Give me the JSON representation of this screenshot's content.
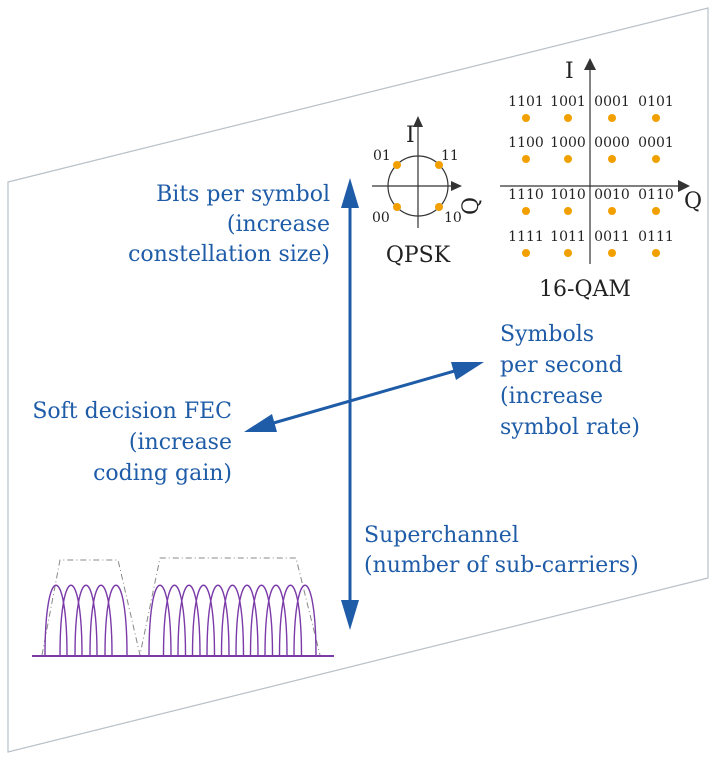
{
  "colors": {
    "accent": "#1f5ca8",
    "dot": "#f2a000",
    "spectrum": "#7a3aa8",
    "plane": "#b8c0c8"
  },
  "labels": {
    "bits_per_symbol": [
      "Bits per symbol",
      "(increase",
      "constellation size)"
    ],
    "symbols_per_second": [
      "Symbols",
      "per second",
      "(increase",
      "symbol rate)"
    ],
    "soft_decision": [
      "Soft decision FEC",
      "(increase",
      "coding gain)"
    ],
    "superchannel": [
      "Superchannel",
      "(number of sub-carriers)"
    ]
  },
  "qpsk": {
    "title": "QPSK",
    "axis_i": "I",
    "axis_q": "Q",
    "points": [
      {
        "bits": "01",
        "i": 1,
        "q": -1
      },
      {
        "bits": "11",
        "i": 1,
        "q": 1
      },
      {
        "bits": "00",
        "i": -1,
        "q": -1
      },
      {
        "bits": "10",
        "i": -1,
        "q": 1
      }
    ]
  },
  "qam16": {
    "title": "16-QAM",
    "axis_i": "I",
    "axis_q": "Q",
    "rows": [
      [
        "1101",
        "1001",
        "0001",
        "0101"
      ],
      [
        "1100",
        "1000",
        "0000",
        "0001"
      ],
      [
        "1110",
        "1010",
        "0010",
        "0110"
      ],
      [
        "1111",
        "1011",
        "0011",
        "0111"
      ]
    ]
  }
}
